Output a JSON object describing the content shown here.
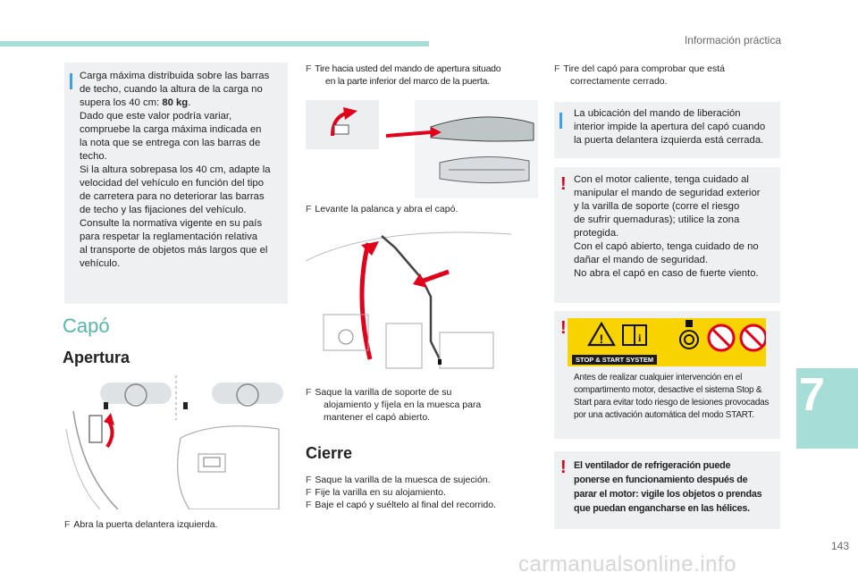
{
  "header": {
    "section_title": "Información práctica"
  },
  "left": {
    "info_box": {
      "lines": [
        "Carga máxima distribuida sobre las barras",
        "de techo, cuando la altura de la carga no",
        "supera los 40 cm: ",
        "Dado que este valor podría variar,",
        "compruebe la carga máxima indicada en",
        "la nota que se entrega con las barras de",
        "techo.",
        "Si la altura sobrepasa los 40 cm, adapte la",
        "velocidad del vehículo en función del tipo",
        "de carretera para no deteriorar las barras",
        "de techo y las fijaciones del vehículo.",
        "Consulte la normativa vigente en su país",
        "para respetar la reglamentación relativa",
        "al transporte de objetos más largos que el",
        "vehículo."
      ],
      "bold_value": "80 kg",
      "bold_suffix": "."
    },
    "heading": "Capó",
    "subheading": "Apertura",
    "step_open_door": "Abra la puerta delantera izquierda."
  },
  "middle": {
    "step_pull": [
      "Tire hacia usted del mando de apertura situado",
      "en la parte inferior del marco de la puerta."
    ],
    "step_lift": "Levante la palanca y abra el capó.",
    "step_rod": [
      "Saque la varilla de soporte de su",
      "alojamiento y fíjela en la muesca para",
      "mantener el capó abierto."
    ],
    "close_heading": "Cierre",
    "close_steps": [
      "Saque la varilla de la muesca de sujeción.",
      "Fije la varilla en su alojamiento.",
      "Baje el capó y suéltelo al final del recorrido."
    ]
  },
  "right": {
    "step_check": [
      "Tire del capó para comprobar que está",
      "correctamente cerrado."
    ],
    "info_box": [
      "La ubicación del mando de liberación",
      "interior impide la apertura del capó cuando",
      "la puerta delantera izquierda está cerrada."
    ],
    "warning_hot": [
      "Con el motor caliente, tenga cuidado al",
      "manipular el mando de seguridad exterior",
      "y la varilla de soporte (corre el riesgo",
      "de sufrir quemaduras); utilice la zona",
      "protegida.",
      "Con el capó abierto, tenga cuidado de no",
      "dañar el mando de seguridad.",
      "No abra el capó en caso de fuerte viento."
    ],
    "stop_start_label": "STOP & START SYSTEM",
    "stop_start_text": [
      "Antes de realizar cualquier intervención en el",
      "compartimento motor, desactive el sistema Stop &",
      "Start para evitar todo riesgo de lesiones provocadas",
      "por una activación automática del modo START."
    ],
    "fan_warning": [
      "El ventilador de refrigeración puede",
      "ponerse en funcionamiento después de",
      "parar el motor: vigile los objetos o prendas",
      "que puedan engancharse en las hélices."
    ]
  },
  "footer": {
    "chapter": "7",
    "page": "143",
    "watermark": "carmanualsonline.info"
  },
  "colors": {
    "accent": "#58b5ad",
    "tab": "#a6ddd6",
    "info": "#3aa0f2",
    "warning": "#e2001a",
    "box": "#eef0f1"
  }
}
